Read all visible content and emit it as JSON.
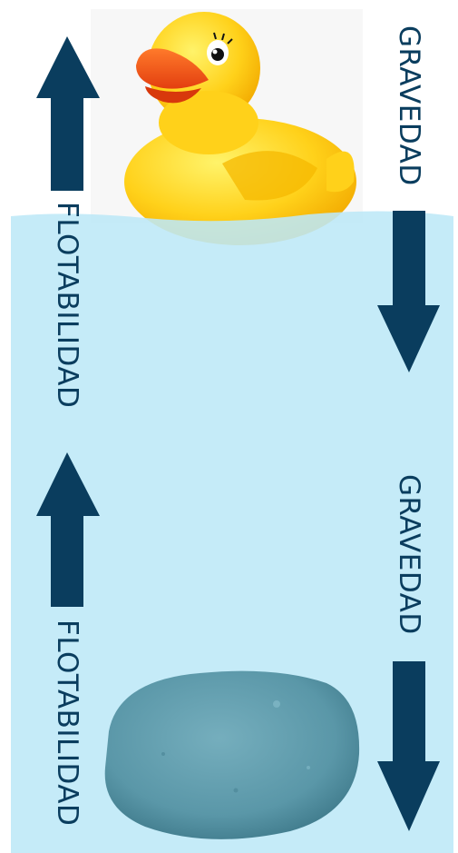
{
  "labels": {
    "gravity_top": "GRAVEDAD",
    "gravity_bottom": "GRAVEDAD",
    "buoyancy_top": "FLOTABILIDAD",
    "buoyancy_bottom": "FLOTABILIDAD"
  },
  "colors": {
    "water": "#bde8f7",
    "arrow": "#0a3d5e",
    "duck_body": "#ffd11a",
    "duck_beak": "#ff5a1f",
    "stone": "#5a97a8"
  },
  "objects": {
    "duck": "rubber-duck-icon",
    "stone": "stone-icon"
  }
}
